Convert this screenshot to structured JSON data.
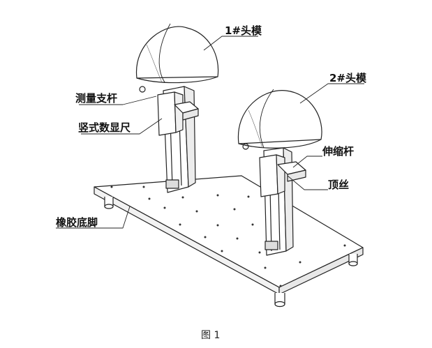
{
  "labels": {
    "head_mold_1": "1#头模",
    "head_mold_2": "2#头模",
    "measuring_rod": "测量支杆",
    "vertical_ruler": "竖式数显尺",
    "telescopic_rod": "伸缩杆",
    "set_screw": "顶丝",
    "rubber_feet": "橡胶底脚"
  },
  "caption": "图 1"
}
